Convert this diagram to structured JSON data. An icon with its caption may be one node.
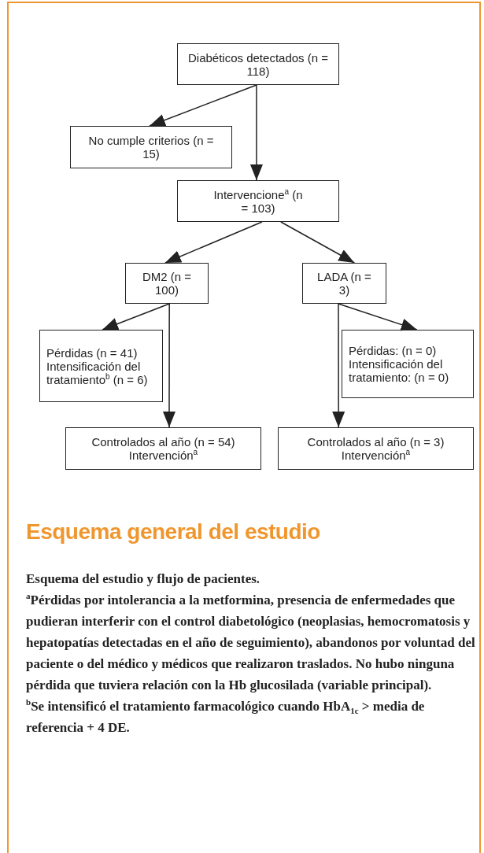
{
  "diagram": {
    "title": "Esquema general del estudio",
    "caption": "Esquema del estudio y flujo de pacientes.",
    "nodes": [
      {
        "text": [
          "Diabéticos detectados (n = 118)"
        ]
      },
      {
        "text": [
          "No cumple criterios (n = 15)"
        ]
      },
      {
        "text": [
          "Intervencione$^{a}$ (n = 103)"
        ]
      },
      {
        "text": [
          "DM2 (n = 100)"
        ]
      },
      {
        "text": [
          "LADA (n = 3)"
        ]
      },
      {
        "text": [
          "Pérdidas (n = 41) Intensificación del tratamiento$^{b}$ (n = 6)"
        ]
      },
      {
        "text": [
          "Pérdidas: (n = 0) Intensificación del tratamiento: (n = 0)"
        ]
      },
      {
        "text": [
          "Controlados al año (n = 54) Intervención$^{a}$"
        ]
      },
      {
        "text": [
          "Controlados al año (n = 3) Intervención$^{a}$"
        ]
      }
    ],
    "edges": [
      {
        "from": 0,
        "to": 1,
        "arrow": "to"
      },
      {
        "from": 0,
        "to": 2,
        "arrow": "to"
      },
      {
        "from": 2,
        "to": 3,
        "arrow": "to"
      },
      {
        "from": 2,
        "to": 4,
        "arrow": "to"
      },
      {
        "from": 3,
        "to": 5,
        "arrow": "to"
      },
      {
        "from": 3,
        "to": 7,
        "arrow": "to"
      },
      {
        "from": 4,
        "to": 6,
        "arrow": "to"
      },
      {
        "from": 4,
        "to": 8,
        "arrow": "to"
      }
    ],
    "labels": [
      "$^{a}$Pérdidas por intolerancia a la metformina, presencia de enfermedades que pudieran interferir con el control diabetológico (neoplasias, hemocromatosis y hepatopatías detectadas en el año de seguimiento), abandonos por voluntad del paciente o del médico y médicos que realizaron traslados. No hubo ninguna pérdida que tuviera relación con la Hb glucosilada (variable principal).",
      "$^{b}$Se intensificó el tratamiento farmacológico cuando HbA$_{1c}$ > media de referencia + 4 DE."
    ]
  }
}
